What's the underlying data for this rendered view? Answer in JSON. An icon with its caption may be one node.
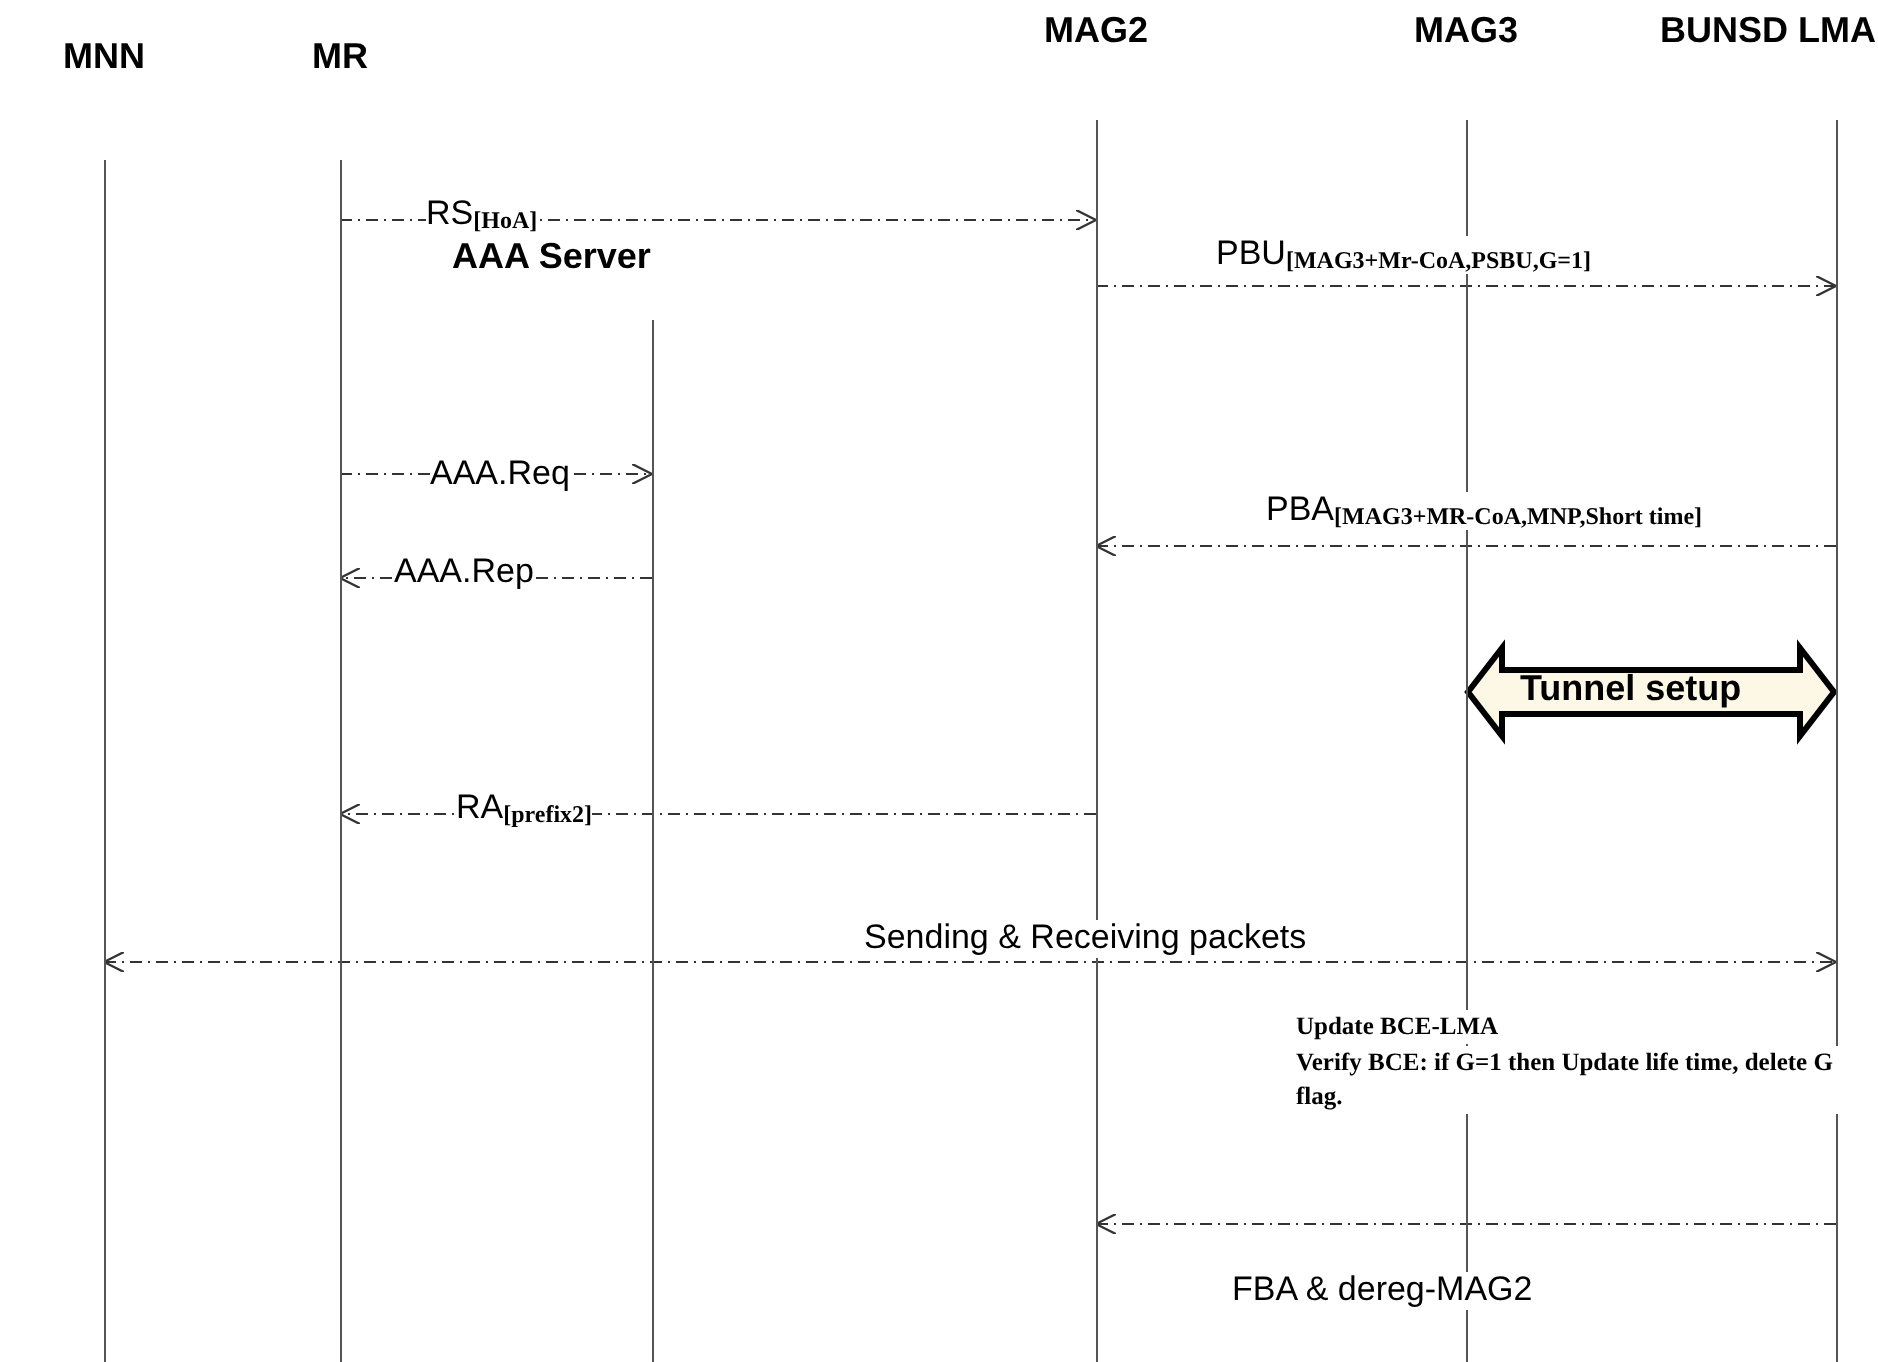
{
  "diagram": {
    "nodes": [
      {
        "text": [
          "MNN"
        ]
      },
      {
        "text": [
          "MR"
        ]
      },
      {
        "text": [
          "AAA Server"
        ]
      },
      {
        "text": [
          "MAG2"
        ]
      },
      {
        "text": [
          "MAG3"
        ]
      },
      {
        "text": [
          "BUNSD LMA"
        ]
      }
    ],
    "edges": [
      {
        "from": 1,
        "to": 3,
        "arrow": "to",
        "label": "RS$_{[HoA]}$",
        "style": "dashed"
      },
      {
        "from": 3,
        "to": 5,
        "arrow": "to",
        "label": "PBU$_{[MAG3+Mr-CoA,PSBU,G=1]}$",
        "style": "dashed"
      },
      {
        "from": 1,
        "to": 2,
        "arrow": "to",
        "label": "AAA.Req",
        "style": "dashed"
      },
      {
        "from": 2,
        "to": 1,
        "arrow": "to",
        "label": "AAA.Rep",
        "style": "dashed"
      },
      {
        "from": 5,
        "to": 3,
        "arrow": "to",
        "label": "PBA$_{[MAG3+MR-CoA,MNP,Short time]}$",
        "style": "dashed"
      },
      {
        "from": 4,
        "to": 5,
        "arrow": "both",
        "label": "Tunnel setup",
        "style": "thick"
      },
      {
        "from": 3,
        "to": 1,
        "arrow": "to",
        "label": "RA$_{[prefix2]}$",
        "style": "dashed"
      },
      {
        "from": 0,
        "to": 5,
        "arrow": "both",
        "label": "Sending & Receiving packets",
        "style": "dashed"
      },
      {
        "from": 5,
        "to": 3,
        "arrow": "to",
        "label": "FBA & dereg-MAG2",
        "style": "dashed"
      }
    ],
    "labels": [
      "Update BCE-LMA",
      "Verify BCE: if G=1 then Update life time, delete G flag."
    ]
  }
}
